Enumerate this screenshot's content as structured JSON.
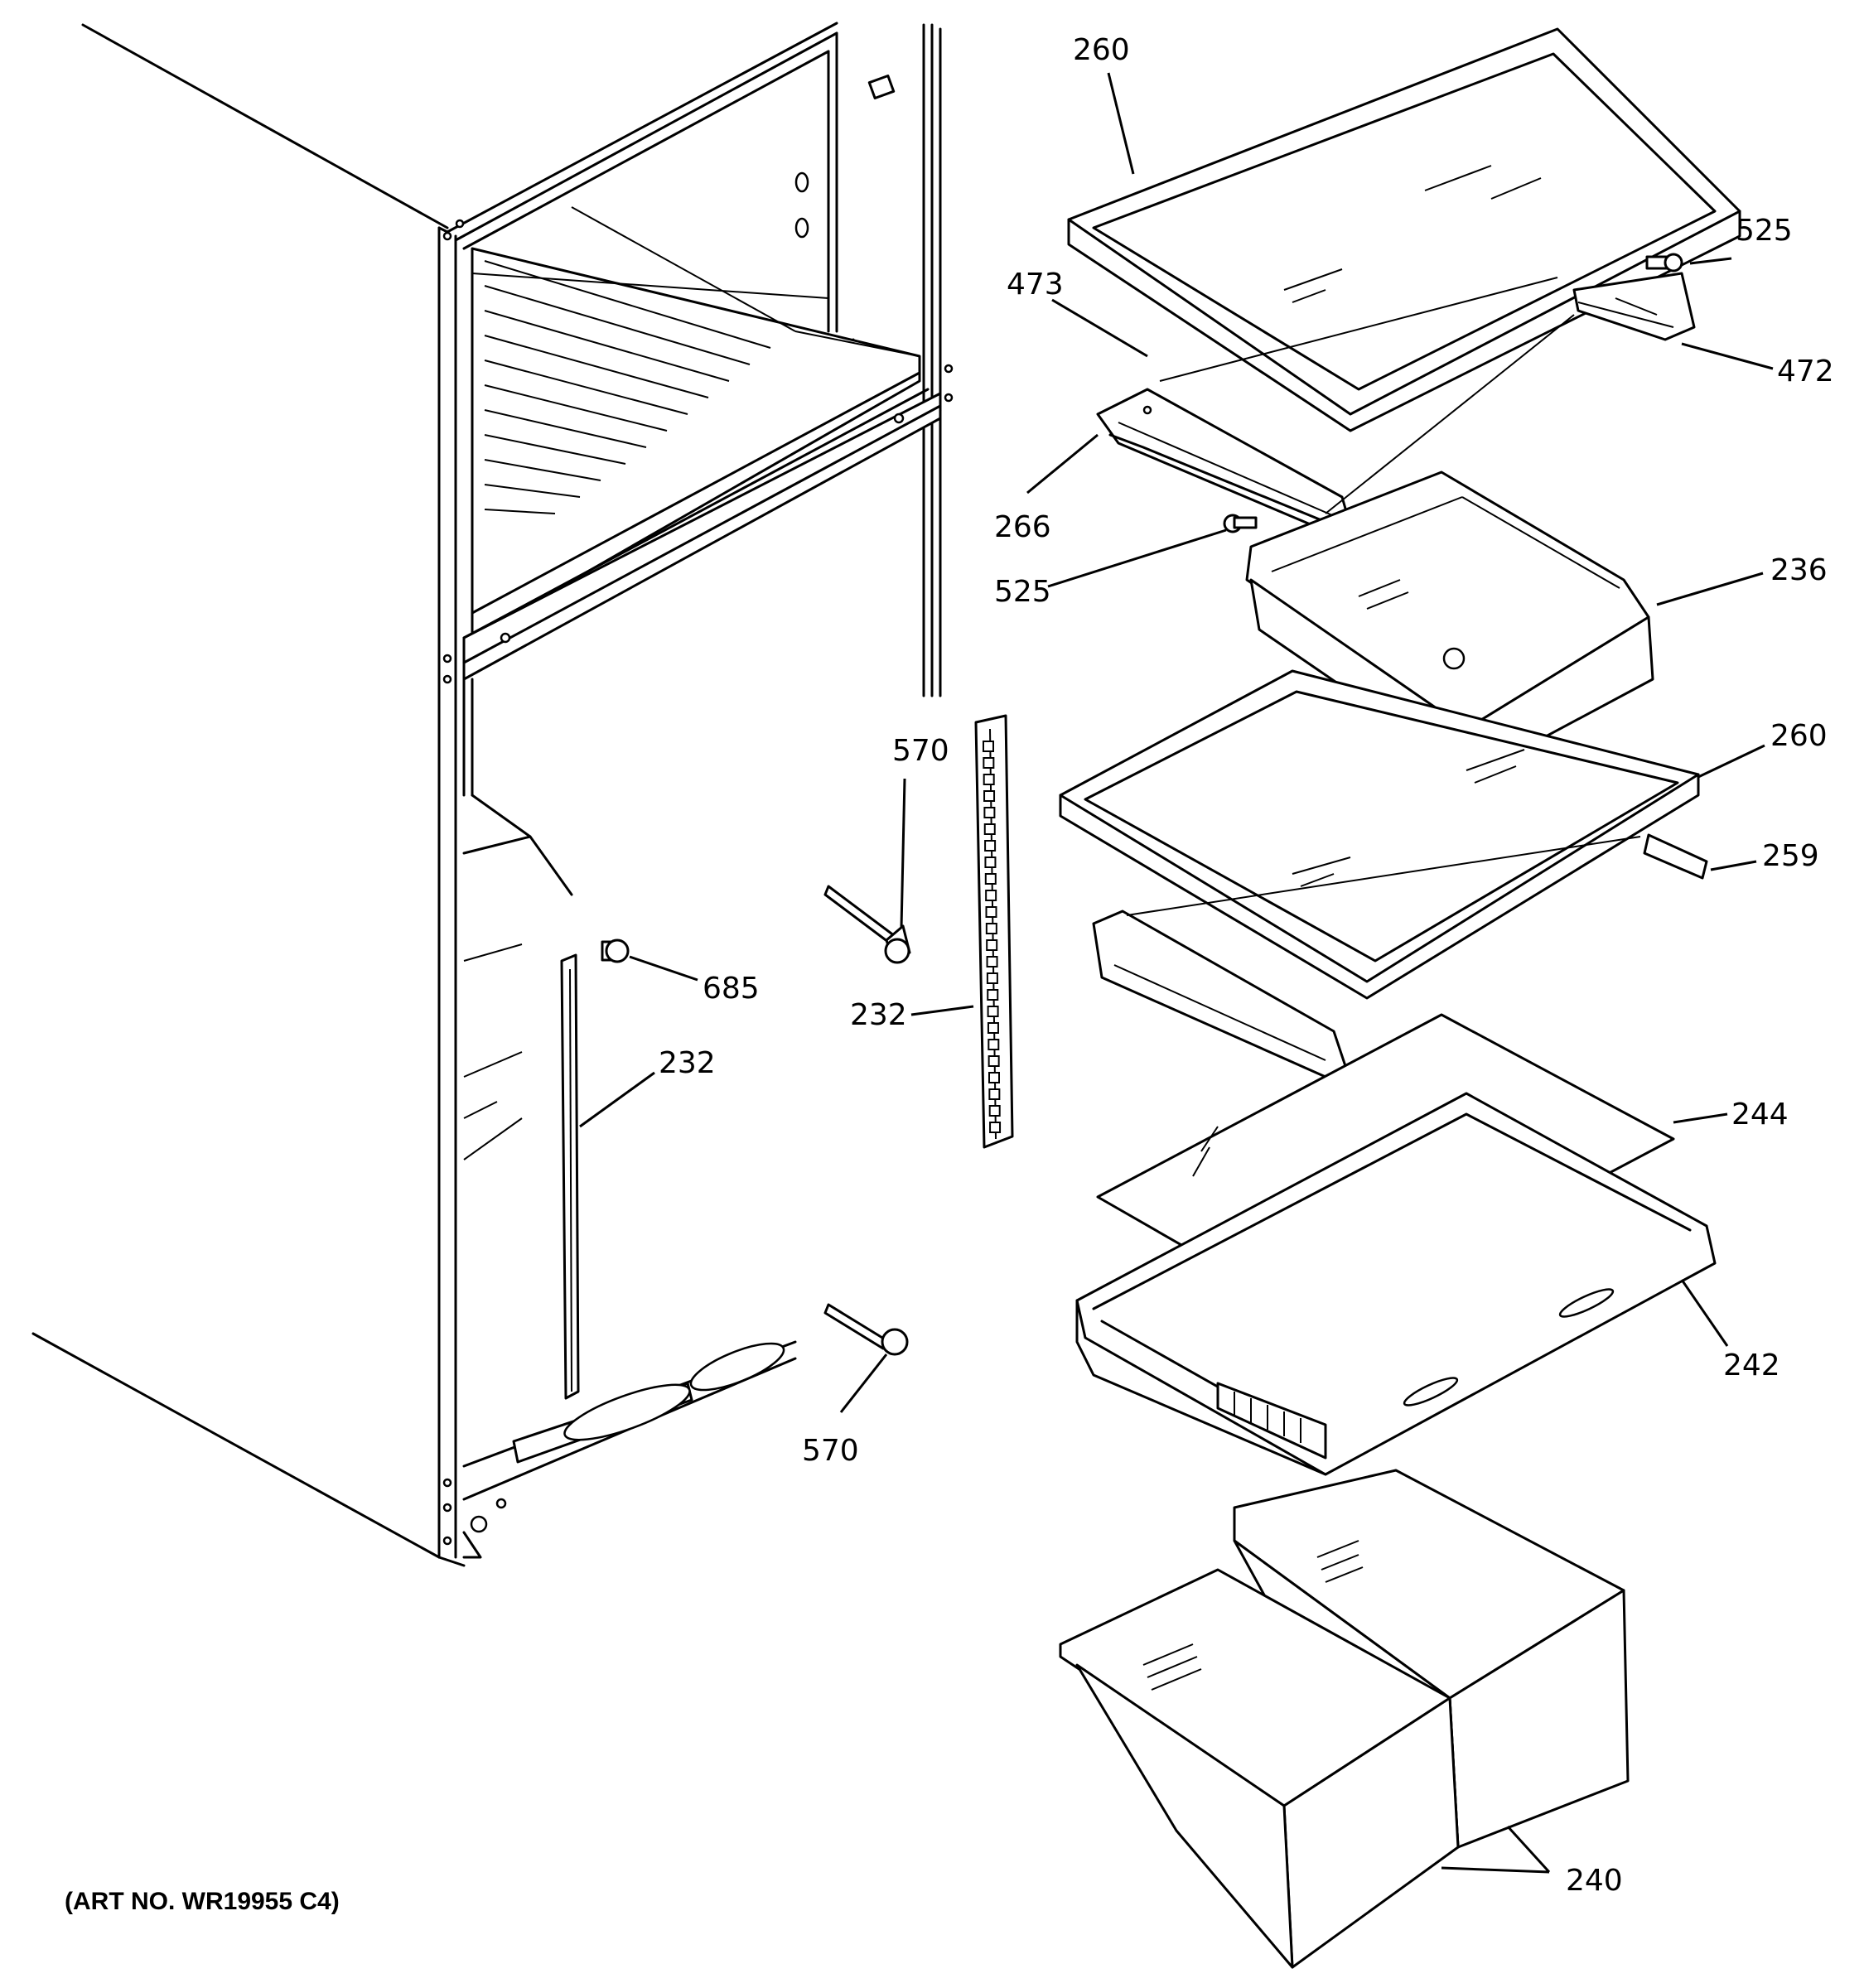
{
  "callouts": {
    "c260_top": "260",
    "c525_right": "525",
    "c473": "473",
    "c472": "472",
    "c266": "266",
    "c525_left": "525",
    "c236": "236",
    "c260_mid": "260",
    "c259": "259",
    "c570_top": "570",
    "c685": "685",
    "c232_left": "232",
    "c232_mid": "232",
    "c244": "244",
    "c242": "242",
    "c570_bottom": "570",
    "c240": "240"
  },
  "art_number": "(ART NO. WR19955 C4)"
}
